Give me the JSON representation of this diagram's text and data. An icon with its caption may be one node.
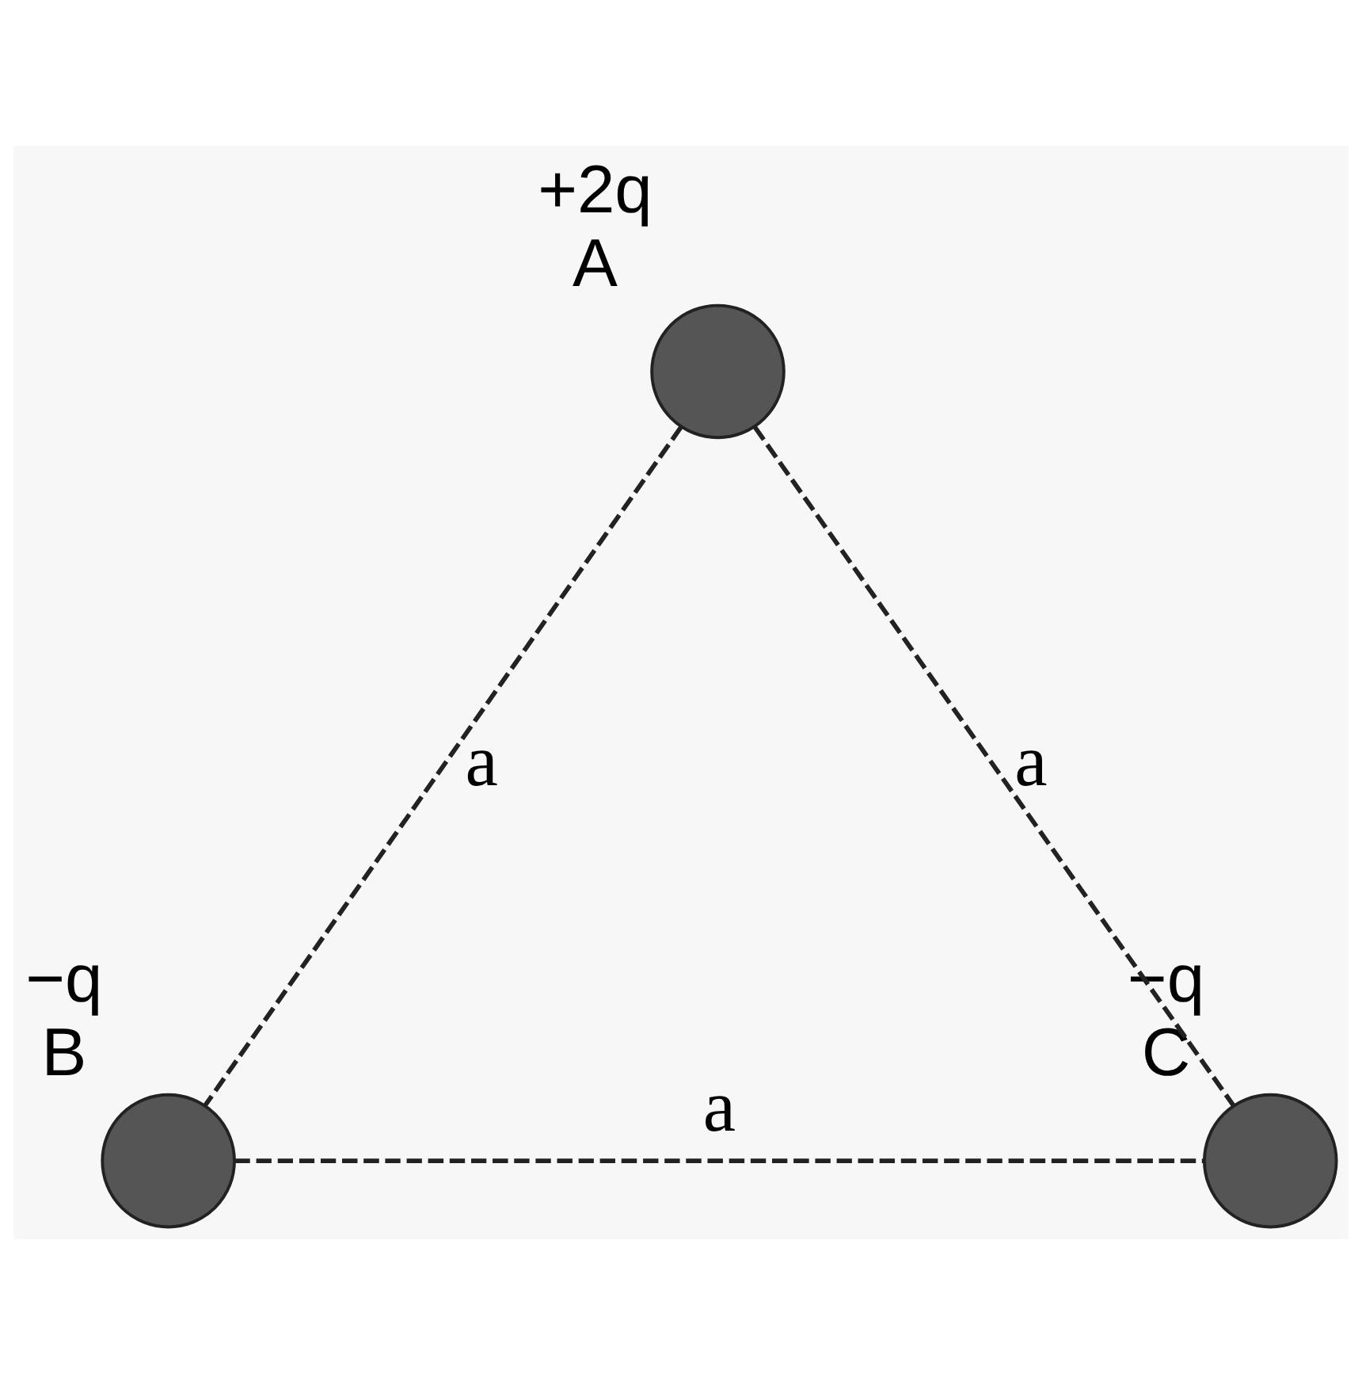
{
  "diagram": {
    "nodes": [
      {
        "text": [],
        "shape": "circle",
        "beside": [
          "+2q",
          "A"
        ]
      },
      {
        "text": [],
        "shape": "circle",
        "beside": [
          "−q",
          "B"
        ]
      },
      {
        "text": [],
        "shape": "circle",
        "beside": [
          "−q",
          "C"
        ]
      }
    ],
    "edges": [
      {
        "from": 0,
        "to": 1,
        "arrow": "none",
        "label": "a",
        "style": "dashed"
      },
      {
        "from": 0,
        "to": 2,
        "arrow": "none",
        "label": "a",
        "style": "dashed"
      },
      {
        "from": 1,
        "to": 2,
        "arrow": "none",
        "label": "a",
        "style": "dashed"
      }
    ]
  }
}
